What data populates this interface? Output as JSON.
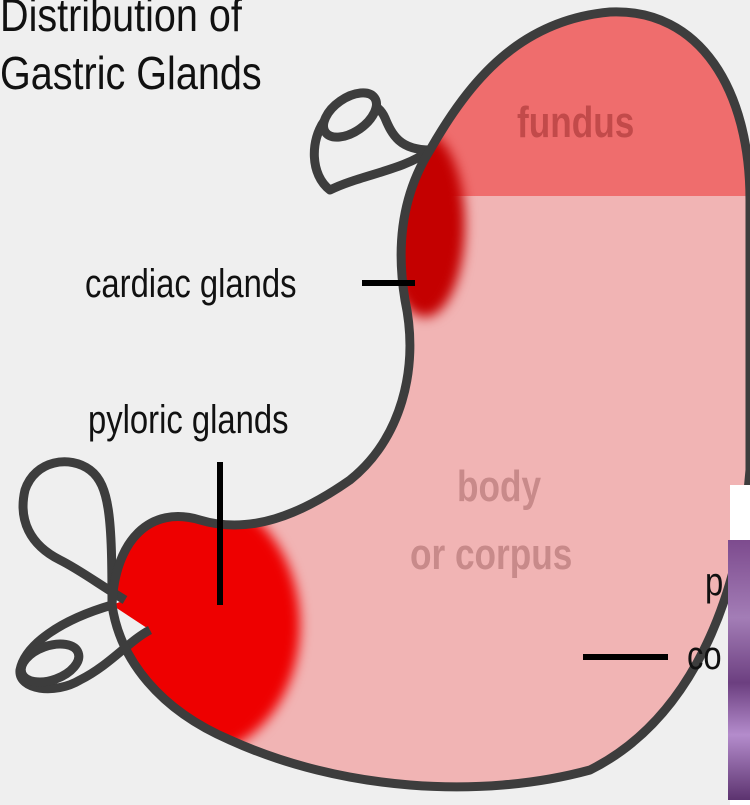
{
  "title_line1": "Distribution of",
  "title_line2": "Gastric Glands",
  "regions": {
    "fundus": "fundus",
    "body_line1": "body",
    "body_line2": "or corpus"
  },
  "labels": {
    "cardiac": "cardiac glands",
    "pyloric": "pyloric glands",
    "partial_1": "p",
    "partial_2": "co"
  },
  "colors": {
    "background": "#efefef",
    "outline": "#3d3d3d",
    "fundus": "#ef6d6d",
    "body": "#f1b4b4",
    "cardiac": "#c40000",
    "pyloric": "#ee0000",
    "region_text": "#c88a8a"
  }
}
